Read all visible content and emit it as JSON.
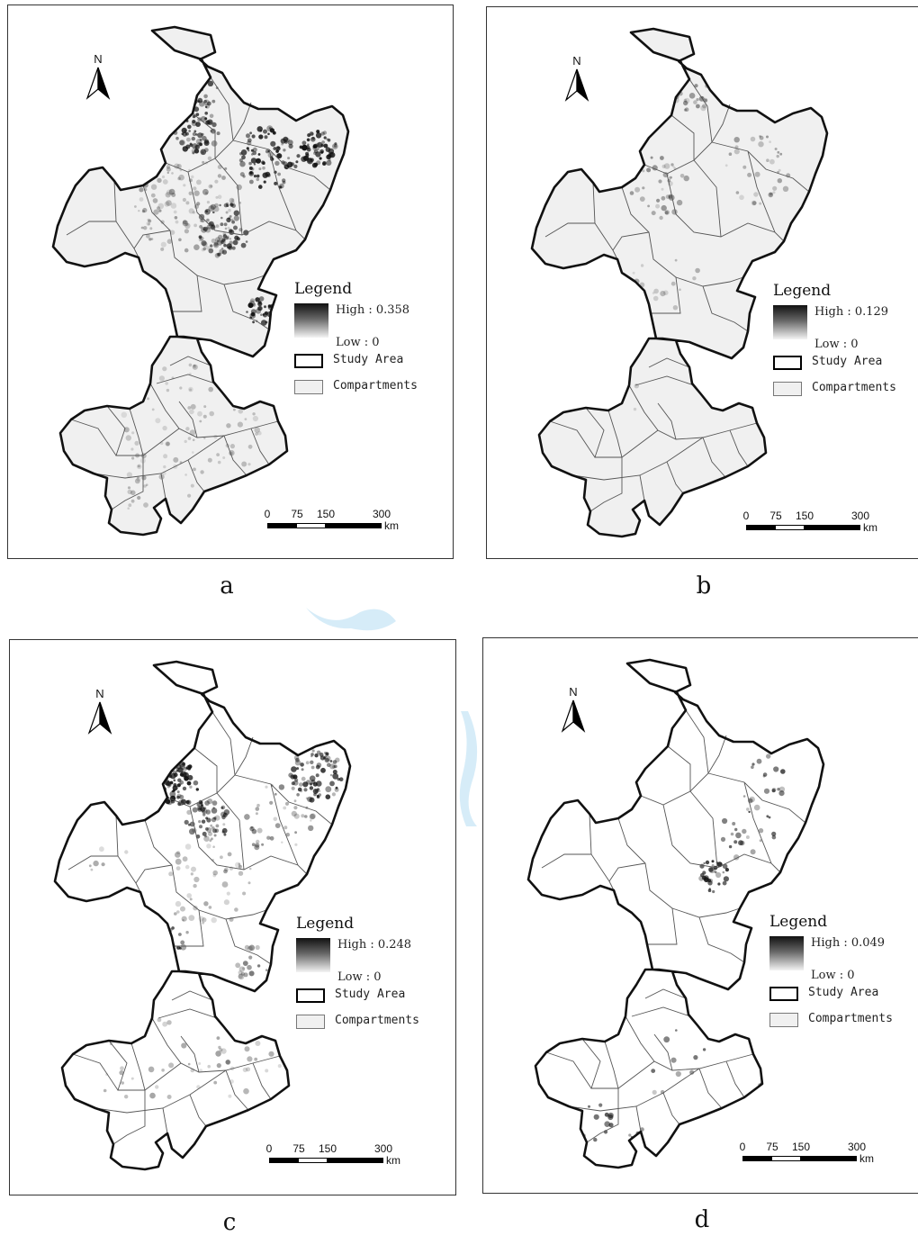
{
  "panels": [
    {
      "label": "a",
      "legend": {
        "title": "Legend",
        "high": "High : 0.358",
        "low": "Low : 0",
        "study_area": "Study Area",
        "compartments": "Compartments"
      },
      "fill_color": "#f0f0f0",
      "density_level": 1.0
    },
    {
      "label": "b",
      "legend": {
        "title": "Legend",
        "high": "High : 0.129",
        "low": "Low : 0",
        "study_area": "Study Area",
        "compartments": "Compartments"
      },
      "fill_color": "#f0f0f0",
      "density_level": 0.45
    },
    {
      "label": "c",
      "legend": {
        "title": "Legend",
        "high": "High : 0.248",
        "low": "Low : 0",
        "study_area": "Study Area",
        "compartments": "Compartments"
      },
      "fill_color": "#ffffff",
      "density_level": 0.75
    },
    {
      "label": "d",
      "legend": {
        "title": "Legend",
        "high": "High : 0.049",
        "low": "Low : 0",
        "study_area": "Study Area",
        "compartments": "Compartments"
      },
      "fill_color": "#ffffff",
      "density_level": 0.2
    }
  ],
  "north_label": "N",
  "scale": {
    "ticks": [
      "0",
      "75",
      "150",
      "300"
    ],
    "unit": "km"
  },
  "colors": {
    "outline": "#111111",
    "compartment_line": "#555555",
    "hotspot": "#111111",
    "watermark": "#cfe9f7"
  }
}
